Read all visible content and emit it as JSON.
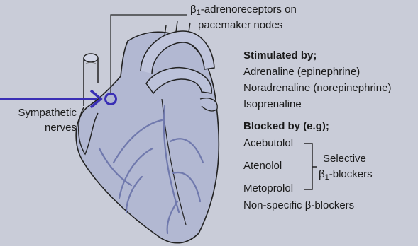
{
  "receptor_label": {
    "beta": "β",
    "sub": "1",
    "line1_rest": "-adrenoreceptors on",
    "line2": "pacemaker nodes"
  },
  "nerve_label": {
    "line1": "Sympathetic",
    "line2": "nerves"
  },
  "stimulated": {
    "heading": "Stimulated by;",
    "items": [
      "Adrenaline (epinephrine)",
      "Noradrenaline (norepinephrine)",
      "Isoprenaline"
    ]
  },
  "blocked": {
    "heading": "Blocked by (e.g);",
    "selective_drugs": [
      "Acebutolol",
      "Atenolol",
      "Metoprolol"
    ],
    "selective_label": {
      "line1": "Selective",
      "beta": "β",
      "sub": "1",
      "line2_rest": "-blockers"
    },
    "nonspecific": "Non-specific β-blockers"
  },
  "colors": {
    "background": "#c9ccd8",
    "heart_fill": "#b2b8d2",
    "outline": "#222222",
    "nerve": "#3a2fb5",
    "vessels": "#7079ad"
  }
}
